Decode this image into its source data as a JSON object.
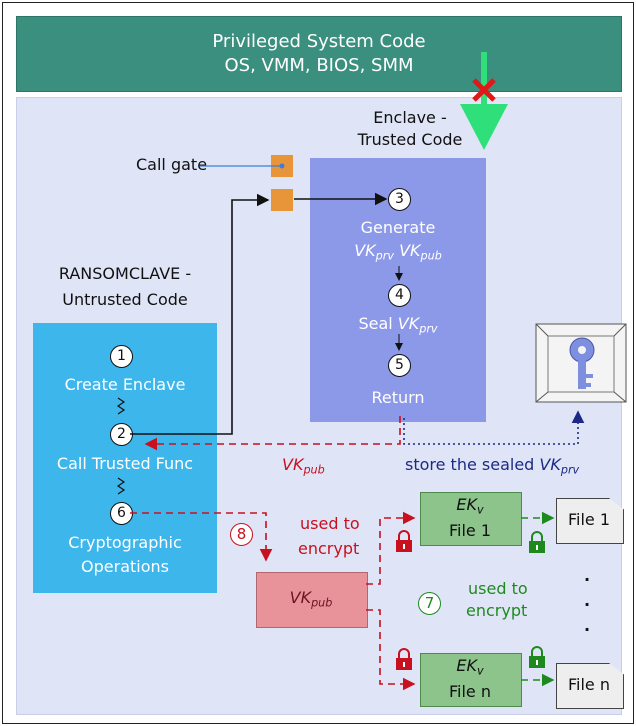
{
  "privileged": {
    "line1": "Privileged System Code",
    "line2": "OS, VMM, BIOS, SMM"
  },
  "enclave": {
    "title1": "Enclave -",
    "title2": "Trusted Code",
    "step3_num": "3",
    "step3_label": "Generate",
    "step4_num": "4",
    "step4_label": "Seal",
    "step5_num": "5",
    "step5_label": "Return"
  },
  "untrusted": {
    "title1": "RANSOMCLAVE -",
    "title2": "Untrusted Code",
    "step1_num": "1",
    "step1_label": "Create Enclave",
    "step2_num": "2",
    "step2_label": "Call Trusted Func",
    "step6_num": "6",
    "step6_label1": "Cryptographic",
    "step6_label2": "Operations"
  },
  "call_gate": "Call gate",
  "keys": {
    "vk": "VK",
    "prv": "prv",
    "pub": "pub",
    "ek": "EK",
    "v": "v"
  },
  "store_label": "store the sealed",
  "step8": {
    "num": "8",
    "line1": "used to",
    "line2": "encrypt"
  },
  "step7": {
    "num": "7",
    "line1": "used to",
    "line2": "encrypt"
  },
  "files": {
    "ek_file1": "File 1",
    "ek_filen": "File n",
    "file1": "File 1",
    "filen": "File n"
  },
  "ellipsis": "."
}
